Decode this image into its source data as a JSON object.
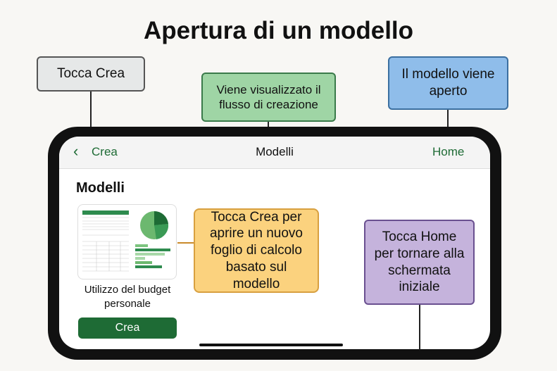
{
  "title": "Apertura di un modello",
  "callouts": {
    "tap_create": "Tocca Crea",
    "flow_shown": "Viene visualizzato il flusso di creazione",
    "model_opened": "Il modello viene aperto",
    "create_info": "Tocca Crea per aprire un nuovo foglio di calcolo basato sul modello",
    "home_info": "Tocca Home per tornare alla schermata iniziale"
  },
  "nav": {
    "back_label": "Crea",
    "title": "Modelli",
    "home_label": "Home"
  },
  "section_title": "Modelli",
  "template": {
    "name": "Utilizzo del budget personale",
    "button": "Crea"
  },
  "colors": {
    "accent": "#1e6b35",
    "gray": "#e6e8e8",
    "green": "#9fd5a5",
    "blue": "#8fbdea",
    "orange": "#fbd27e",
    "purple": "#c5b3dc"
  }
}
